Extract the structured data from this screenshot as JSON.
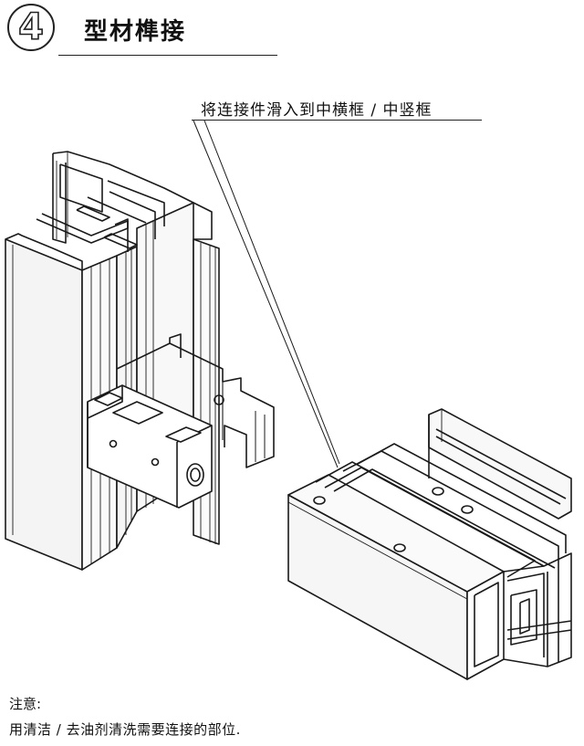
{
  "header": {
    "step_number": "4",
    "title": "型材榫接"
  },
  "callout": {
    "text": "将连接件滑入到中横框 / 中竖框"
  },
  "note": {
    "title": "注意:",
    "text": "用清洁 / 去油剂清洗需要连接的部位."
  }
}
